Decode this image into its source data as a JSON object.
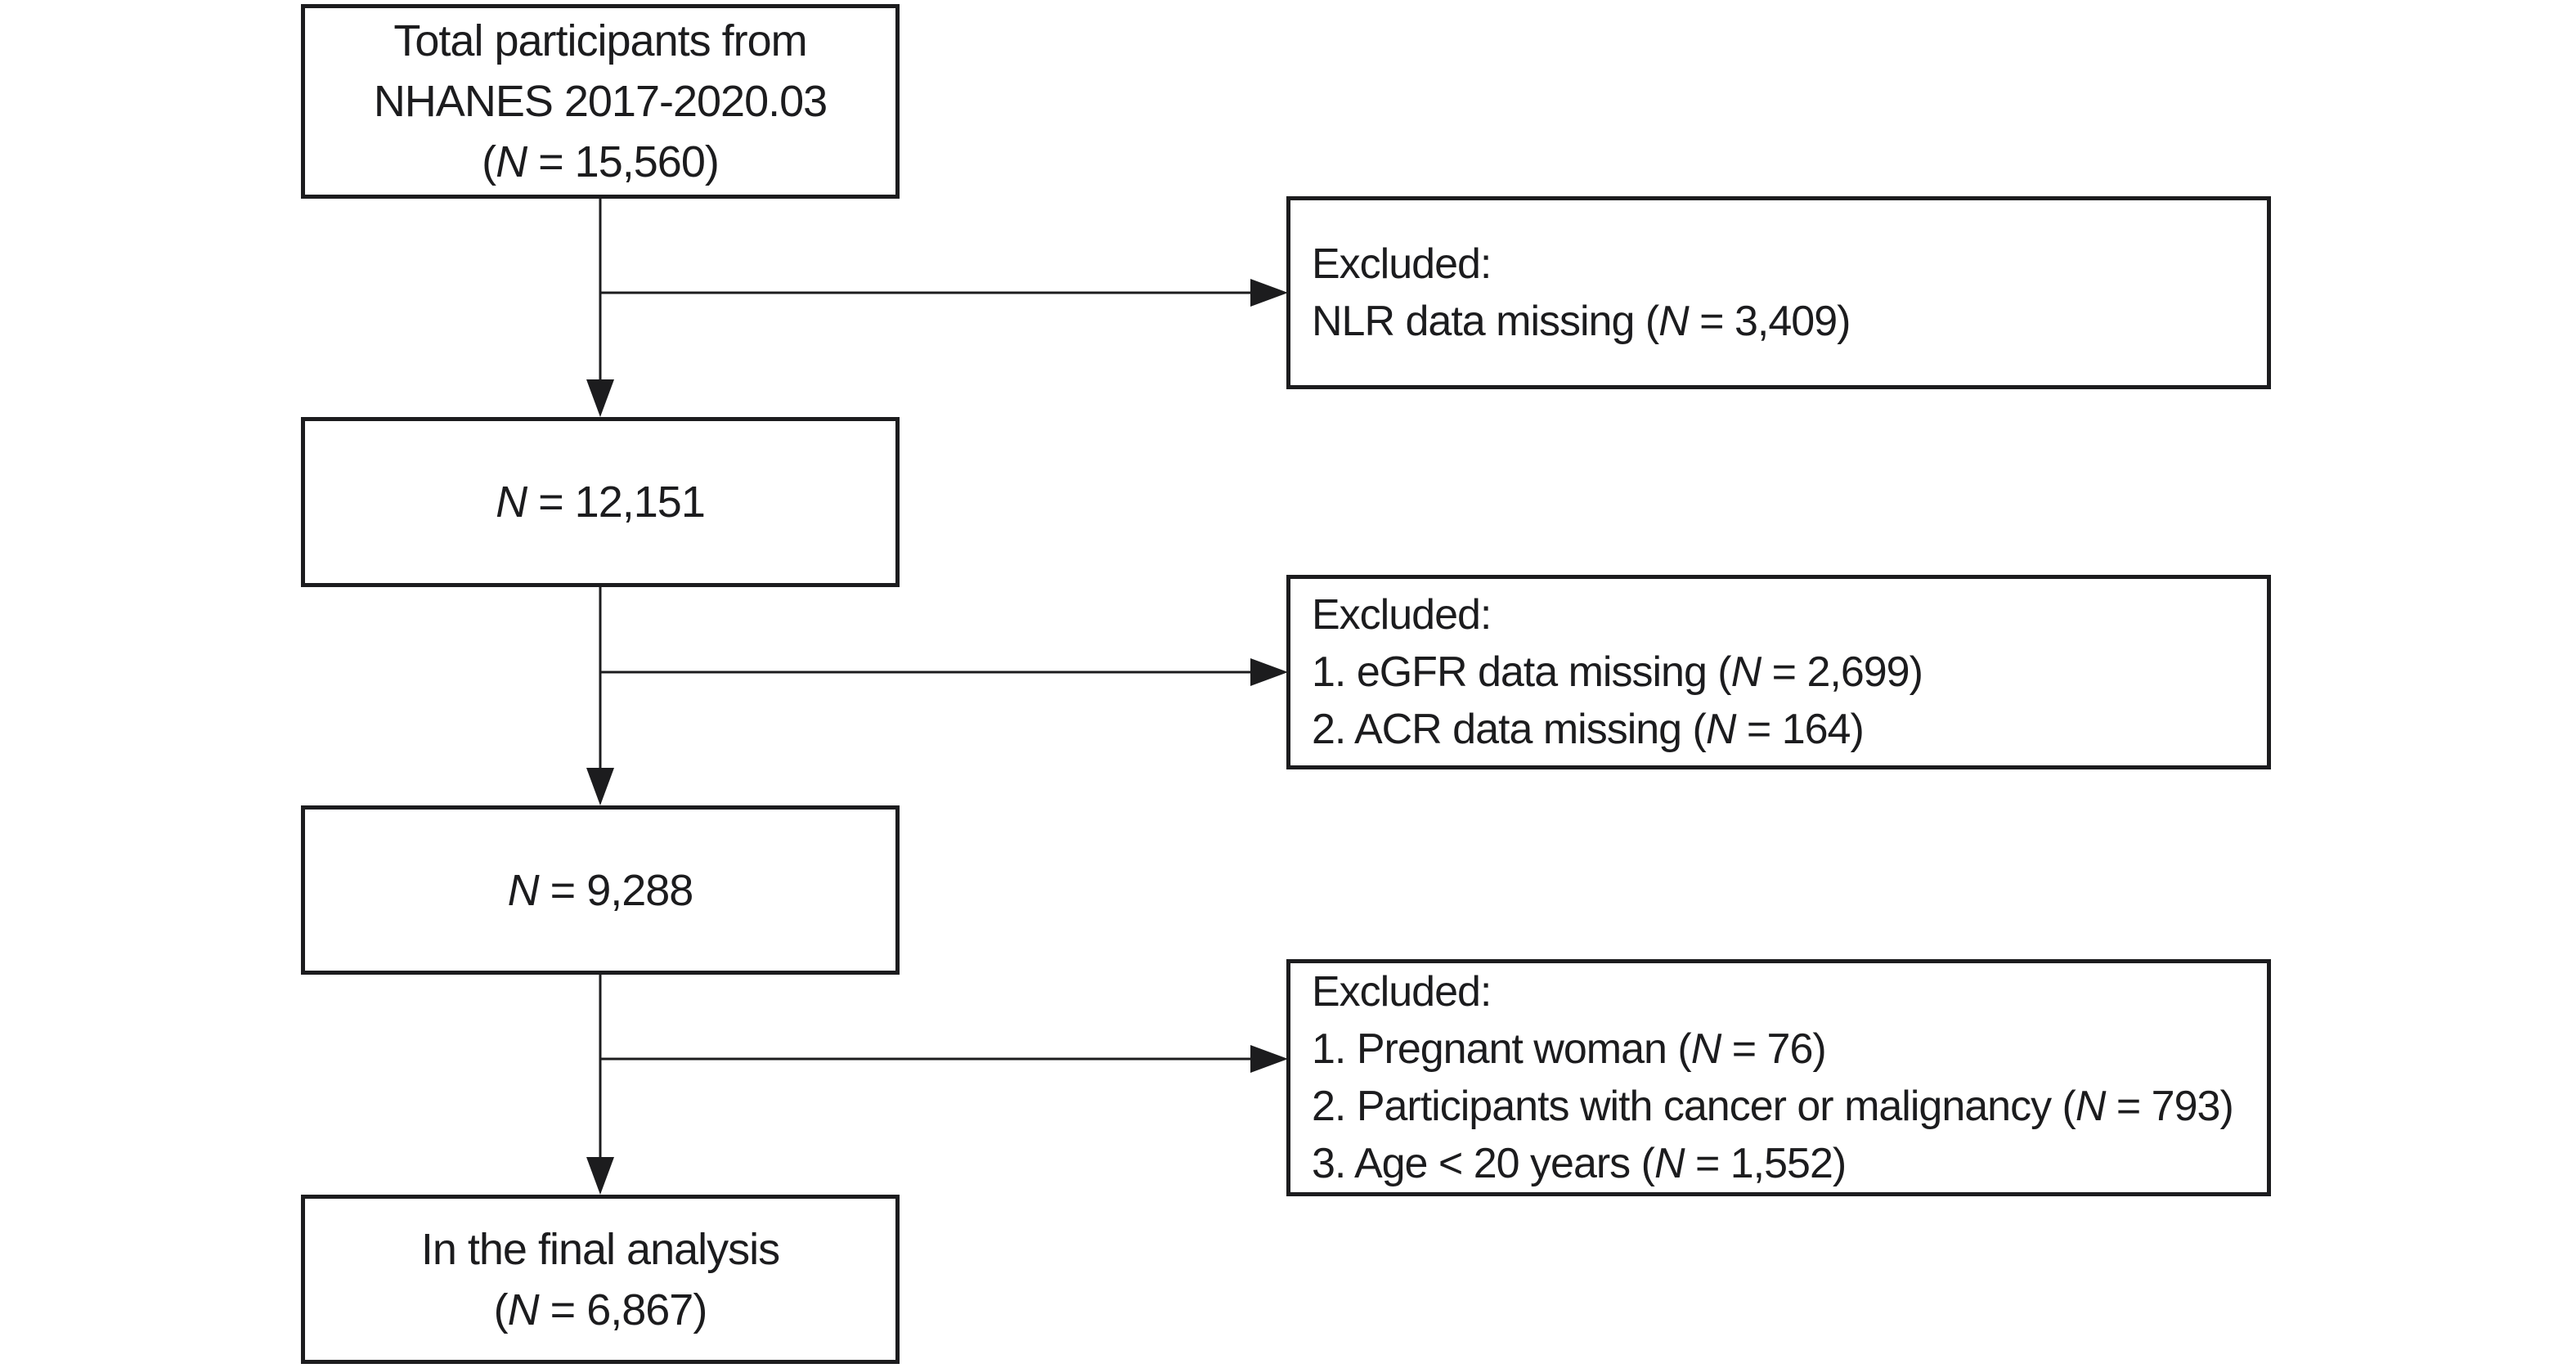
{
  "figure": {
    "background_color": "#ffffff",
    "line_color": "#1c1c1e",
    "description": "Participant selection flowchart"
  },
  "flow": {
    "main_boxes": [
      {
        "id": "total",
        "lines": [
          "Total participants from",
          "NHANES 2017-2020.03",
          "(N = 15,560)"
        ]
      },
      {
        "id": "after_nlr_exclusion",
        "lines": [
          "N = 12,151"
        ]
      },
      {
        "id": "after_egfr_acr_exclusion",
        "lines": [
          "N = 9,288"
        ]
      },
      {
        "id": "final_analysis",
        "lines": [
          "In the final analysis",
          "(N = 6,867)"
        ]
      }
    ],
    "exclusion_boxes": [
      {
        "id": "excluded_1",
        "lines": [
          "Excluded:",
          "NLR data missing (N = 3,409)"
        ]
      },
      {
        "id": "excluded_2",
        "lines": [
          "Excluded:",
          "1. eGFR data missing (N = 2,699)",
          "2. ACR data missing (N = 164)"
        ]
      },
      {
        "id": "excluded_3",
        "lines": [
          "Excluded:",
          "1. Pregnant woman (N = 76)",
          "2. Participants with cancer or malignancy (N = 793)",
          "3. Age < 20 years (N = 1,552)"
        ]
      }
    ]
  }
}
